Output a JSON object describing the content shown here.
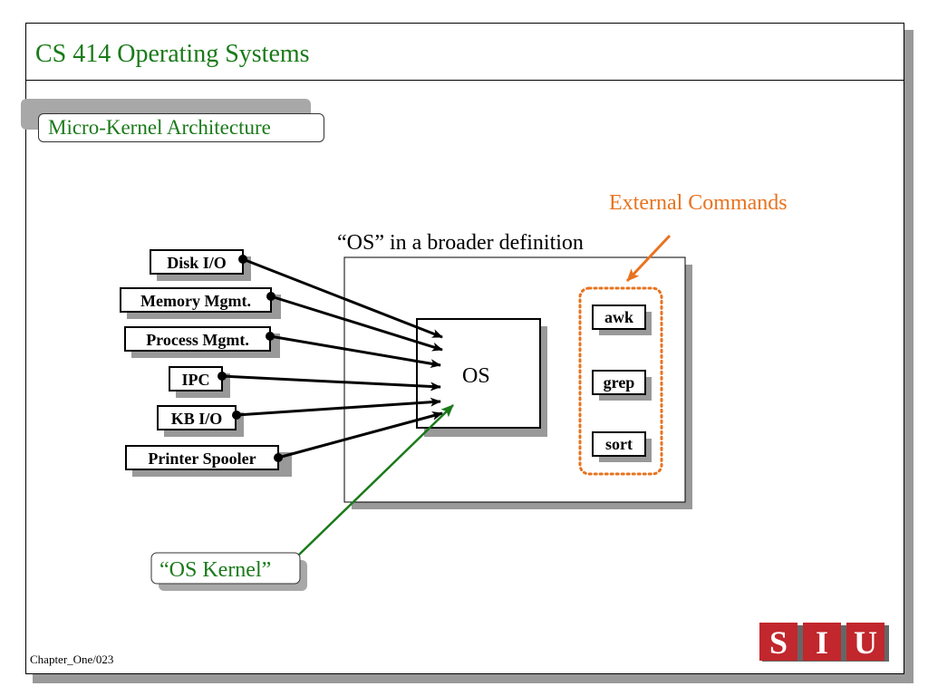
{
  "header": {
    "title": "CS 414 Operating Systems"
  },
  "subtitle": "Micro-Kernel Architecture",
  "diagram": {
    "broader_label": "“OS” in a broader definition",
    "os_label": "OS",
    "external_label": "External Commands",
    "kernel_label": "“OS Kernel”",
    "services": [
      "Disk I/O",
      "Memory Mgmt.",
      "Process Mgmt.",
      "IPC",
      "KB I/O",
      "Printer Spooler"
    ],
    "commands": [
      "awk",
      "grep",
      "sort"
    ]
  },
  "footer": {
    "page": "Chapter_One/023"
  },
  "logo": {
    "letters": [
      "S",
      "I",
      "U"
    ]
  },
  "colors": {
    "title": "#1a7a1a",
    "accent": "#e8731f",
    "logo": "#c1272d"
  }
}
